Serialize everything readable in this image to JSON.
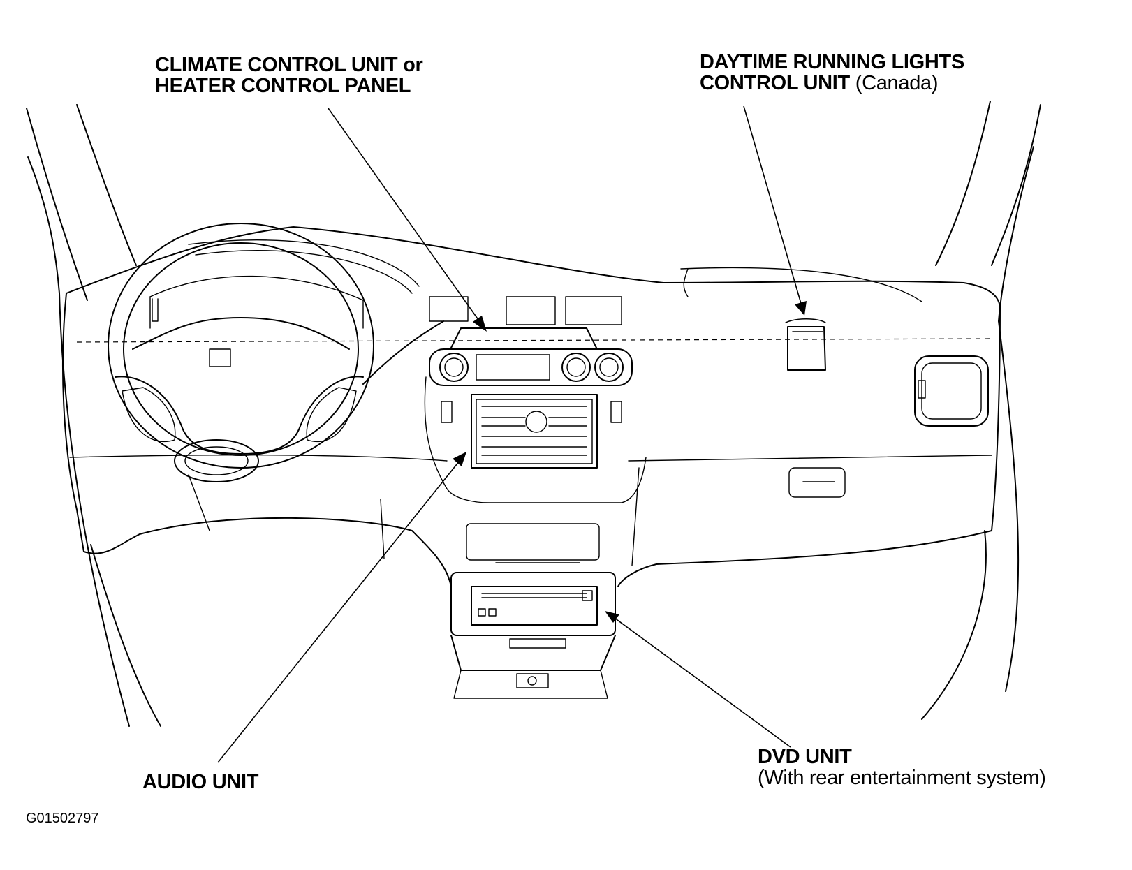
{
  "figure_code": "G01502797",
  "callouts": {
    "climate": {
      "line1": "CLIMATE CONTROL UNIT or",
      "line2": "HEATER CONTROL PANEL"
    },
    "drl": {
      "line1": "DAYTIME RUNNING LIGHTS",
      "line2_bold": "CONTROL UNIT",
      "line2_regular": " (Canada)"
    },
    "audio": {
      "line1": "AUDIO UNIT"
    },
    "dvd": {
      "line1": "DVD UNIT",
      "line2": "(With rear entertainment system)"
    }
  }
}
